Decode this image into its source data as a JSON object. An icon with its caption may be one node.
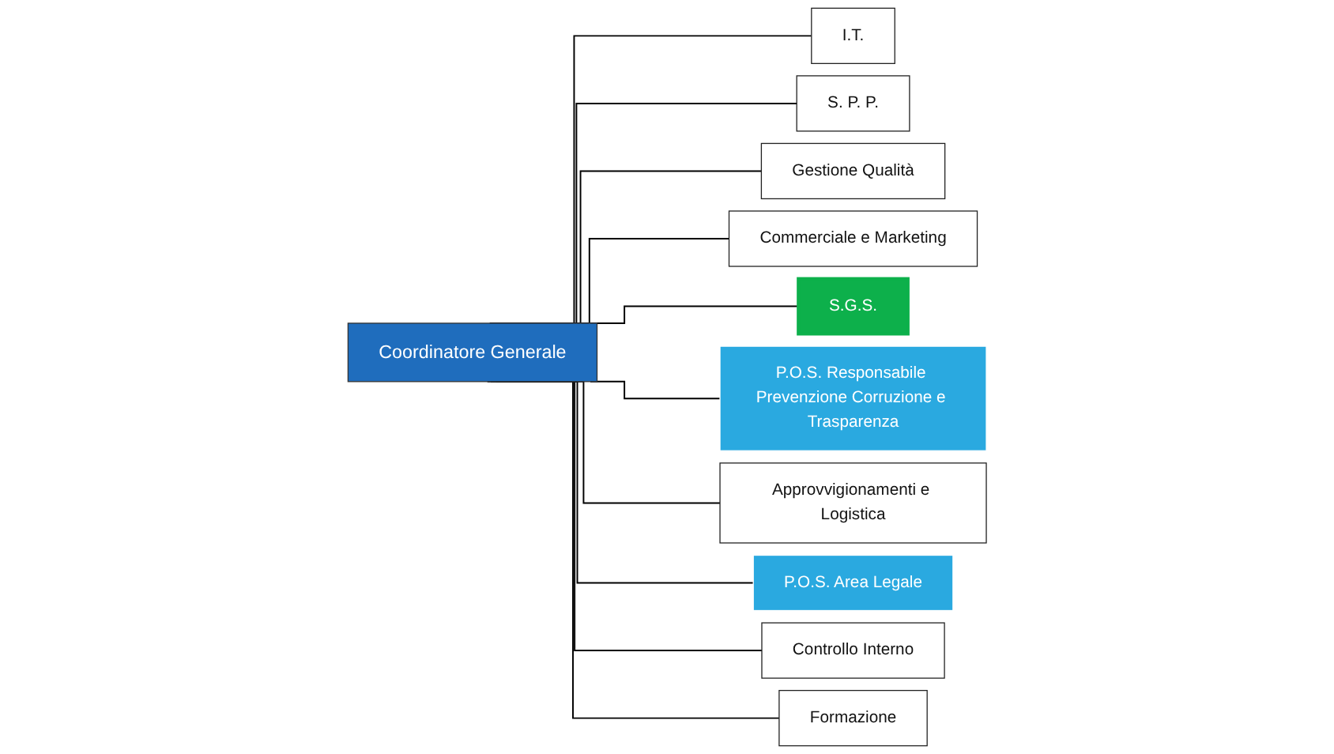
{
  "diagram": {
    "nodes": [
      {
        "text": [
          "Coordinatore Generale"
        ]
      },
      {
        "text": [
          "I.T."
        ]
      },
      {
        "text": [
          "S. P. P."
        ]
      },
      {
        "text": [
          "Gestione Qualità"
        ]
      },
      {
        "text": [
          "Commerciale e Marketing"
        ]
      },
      {
        "text": [
          "S.G.S."
        ]
      },
      {
        "text": [
          "P.O.S. Responsabile Prevenzione Corruzione e Trasparenza"
        ]
      },
      {
        "text": [
          "Approvvigionamenti e Logistica"
        ]
      },
      {
        "text": [
          "P.O.S. Area Legale"
        ]
      },
      {
        "text": [
          "Controllo Interno"
        ]
      },
      {
        "text": [
          "Formazione"
        ]
      }
    ],
    "edges": [
      {
        "from": 0,
        "to": 1,
        "arrow": "none"
      },
      {
        "from": 0,
        "to": 2,
        "arrow": "none"
      },
      {
        "from": 0,
        "to": 3,
        "arrow": "none"
      },
      {
        "from": 0,
        "to": 4,
        "arrow": "none"
      },
      {
        "from": 0,
        "to": 5,
        "arrow": "none"
      },
      {
        "from": 0,
        "to": 6,
        "arrow": "none"
      },
      {
        "from": 0,
        "to": 7,
        "arrow": "none"
      },
      {
        "from": 0,
        "to": 8,
        "arrow": "none"
      },
      {
        "from": 0,
        "to": 9,
        "arrow": "none"
      },
      {
        "from": 0,
        "to": 10,
        "arrow": "none"
      }
    ]
  }
}
